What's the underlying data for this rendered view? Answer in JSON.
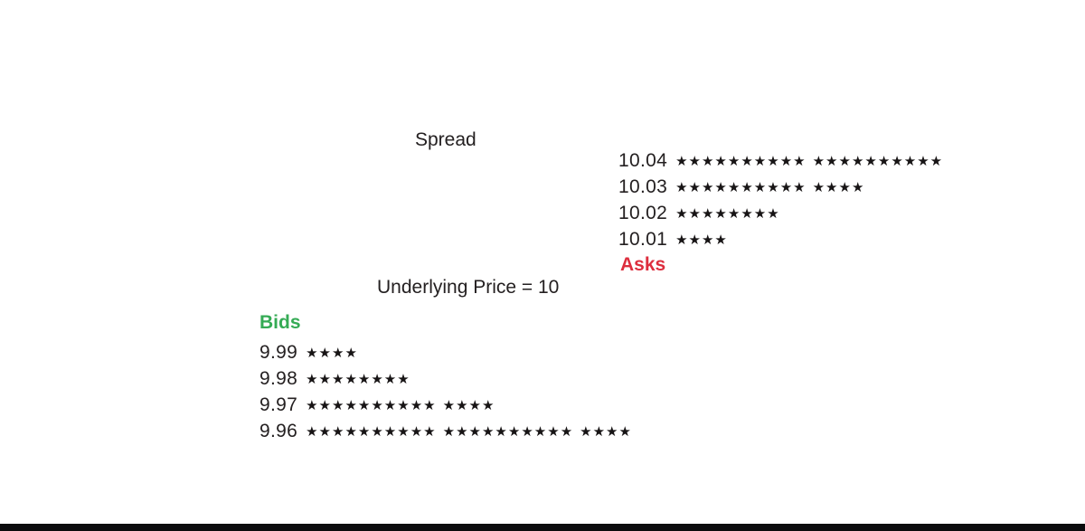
{
  "labels": {
    "spread": "Spread",
    "underlying_price": "Underlying Price = 10",
    "asks": "Asks",
    "bids": "Bids"
  },
  "glyphs": {
    "star": "★"
  },
  "colors": {
    "asks_label": "#dd2e3e",
    "bids_label": "#35ab55",
    "text": "#242021",
    "star": "#171415",
    "background": "#ffffff",
    "bottom_bar": "#0b0b0d"
  },
  "chart_data": {
    "type": "bar",
    "orientation": "horizontal",
    "title": "Spread",
    "annotations": [
      "Spread",
      "Underlying Price = 10"
    ],
    "value_encoding": "1 star = 1 unit of quantity at that price level",
    "xlim": [
      0,
      24
    ],
    "series": [
      {
        "name": "Asks",
        "color": "#dd2e3e",
        "points": [
          {
            "price": "10.04",
            "quantity": 20
          },
          {
            "price": "10.03",
            "quantity": 14
          },
          {
            "price": "10.02",
            "quantity": 8
          },
          {
            "price": "10.01",
            "quantity": 4
          }
        ]
      },
      {
        "name": "Bids",
        "color": "#35ab55",
        "points": [
          {
            "price": "9.99",
            "quantity": 4
          },
          {
            "price": "9.98",
            "quantity": 8
          },
          {
            "price": "9.97",
            "quantity": 14
          },
          {
            "price": "9.96",
            "quantity": 24
          }
        ]
      }
    ]
  }
}
